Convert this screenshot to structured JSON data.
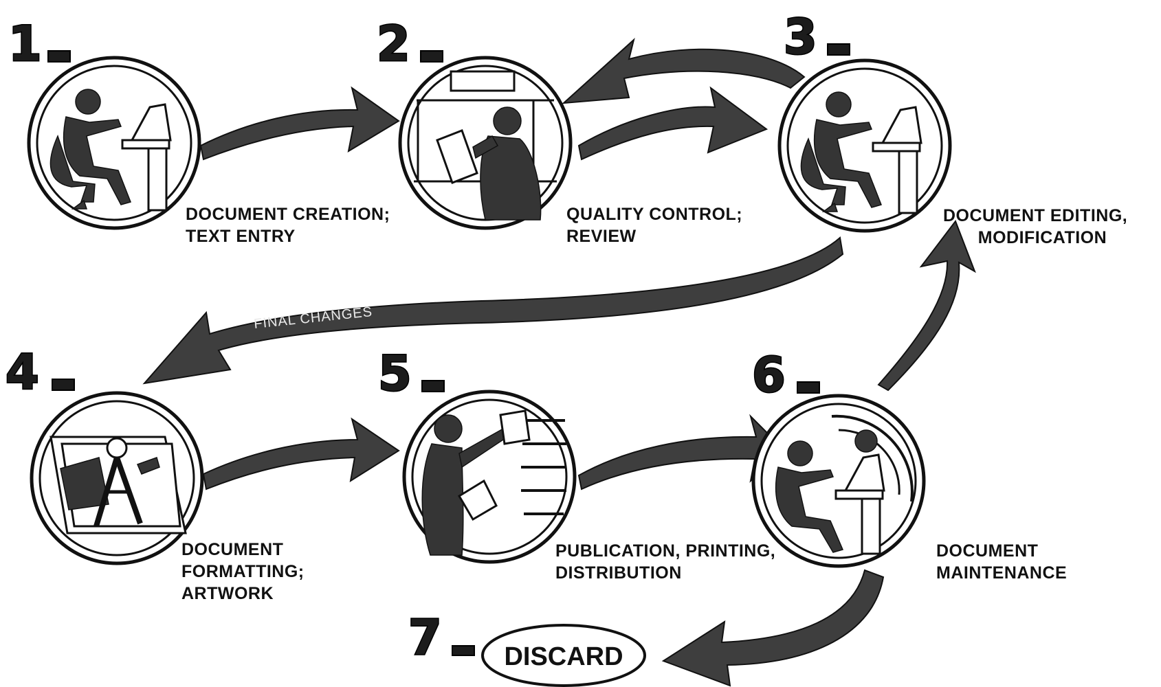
{
  "steps": [
    {
      "number": "1",
      "label_lines": [
        "DOCUMENT CREATION;",
        "TEXT ENTRY"
      ],
      "icon": "person-at-terminal-icon"
    },
    {
      "number": "2",
      "label_lines": [
        "QUALITY CONTROL;",
        "REVIEW"
      ],
      "icon": "person-reviewing-document-icon"
    },
    {
      "number": "3",
      "label_lines": [
        "DOCUMENT EDITING,",
        "MODIFICATION"
      ],
      "icon": "person-at-terminal-icon"
    },
    {
      "number": "4",
      "label_lines": [
        "DOCUMENT",
        "FORMATTING;",
        "ARTWORK"
      ],
      "icon": "drafting-compass-icon"
    },
    {
      "number": "5",
      "label_lines": [
        "PUBLICATION, PRINTING,",
        "DISTRIBUTION"
      ],
      "icon": "person-shelving-documents-icon"
    },
    {
      "number": "6",
      "label_lines": [
        "DOCUMENT",
        "MAINTENANCE"
      ],
      "icon": "person-at-terminal-with-storage-icon"
    },
    {
      "number": "7",
      "label_lines": [
        "DISCARD"
      ],
      "icon": "discard-oval-icon"
    }
  ],
  "arrow_labels": {
    "final_changes": "FINAL CHANGES"
  },
  "colors": {
    "ink": "#111111",
    "arrow_fill": "#3e3e3e",
    "background": "#ffffff"
  }
}
